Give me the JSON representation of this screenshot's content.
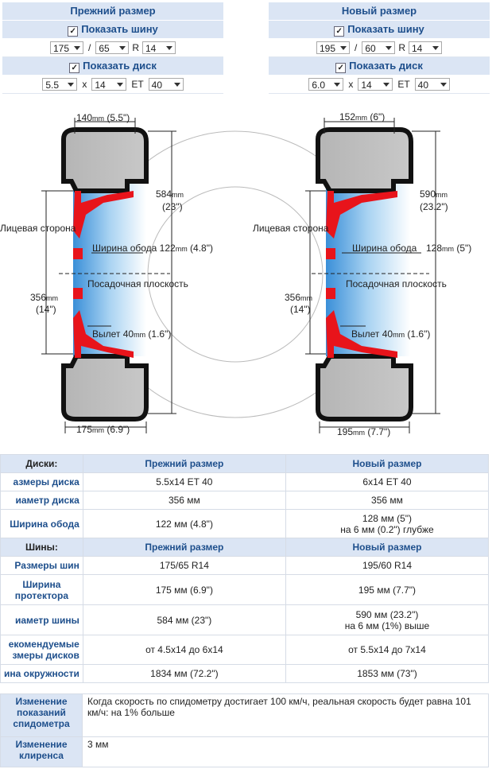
{
  "old": {
    "title": "Прежний размер",
    "show_tire": "Показать шину",
    "tire_width": "175",
    "tire_ratio": "65",
    "r_label": "R",
    "tire_rim": "14",
    "show_disc": "Показать диск",
    "disc_width": "5.5",
    "disc_diam": "14",
    "et_label": "ET",
    "et": "40"
  },
  "new": {
    "title": "Новый размер",
    "show_tire": "Показать шину",
    "tire_width": "195",
    "tire_ratio": "60",
    "r_label": "R",
    "tire_rim": "14",
    "show_disc": "Показать диск",
    "disc_width": "6.0",
    "disc_diam": "14",
    "et_label": "ET",
    "et": "40"
  },
  "sep_slash": "/",
  "sep_x": "x",
  "diagram": {
    "left": {
      "width_top": "140",
      "width_top_in": " (5.5\")",
      "height": "584",
      "height_in": "(23\")",
      "face": "Лицевая сторона",
      "rim_width": "Ширина обода 122",
      "rim_width_in": " (4.8\")",
      "mount": "Посадочная плоскость",
      "diam": "356",
      "diam_in": "(14\")",
      "offset": "Вылет 40",
      "offset_in": " (1.6\")",
      "width_bottom": "175",
      "width_bottom_in": " (6.9\")"
    },
    "right": {
      "width_top": "152",
      "width_top_in": " (6\")",
      "height": "590",
      "height_in": "(23.2\")",
      "face": "Лицевая сторона",
      "rim_width": "Ширина обода",
      "rim_width_val": "128",
      "rim_width_in": " (5\")",
      "mount": "Посадочная плоскость",
      "diam": "356",
      "diam_in": "(14\")",
      "offset": "Вылет 40",
      "offset_in": " (1.6\")",
      "width_bottom": "195",
      "width_bottom_in": " (7.7\")"
    },
    "mm": "mm"
  },
  "table": {
    "disc_head": "Диски:",
    "col_old": "Прежний размер",
    "col_new": "Новый размер",
    "disc_rows": [
      {
        "label": "азмеры диска",
        "old": "5.5x14 ET 40",
        "new": "6x14 ET 40"
      },
      {
        "label": "иаметр диска",
        "old": "356 мм",
        "new": "356 мм"
      },
      {
        "label": "Ширина обода",
        "old": "122 мм (4.8\")",
        "new": "128 мм (5\")",
        "new2": "на 6 мм (0.2\") глубже"
      }
    ],
    "tire_head": "Шины:",
    "tire_rows": [
      {
        "label": "Размеры шин",
        "old": "175/65 R14",
        "new": "195/60 R14"
      },
      {
        "label": "Ширина",
        "label2": "протектора",
        "old": "175 мм (6.9\")",
        "new": "195 мм (7.7\")"
      },
      {
        "label": "иаметр шины",
        "old": "584 мм (23\")",
        "new": "590 мм (23.2\")",
        "new2": "на 6 мм (1%) выше"
      },
      {
        "label": "екомендуемые",
        "label2": "змеры дисков",
        "old": "от 4.5x14 до 6x14",
        "new": "от 5.5x14 до 7x14"
      },
      {
        "label": "ина окружности",
        "old": "1834 мм (72.2\")",
        "new": "1853 мм (73\")"
      }
    ]
  },
  "notes": {
    "speed_k1": "Изменение",
    "speed_k2": "показаний",
    "speed_k3": "спидометра",
    "speed_v": "Когда скорость по спидометру достигает 100 км/ч, реальная скорость будет равна 101 км/ч: на 1% больше",
    "clear_k1": "Изменение",
    "clear_k2": "клиренса",
    "clear_v": "3 мм"
  },
  "colors": {
    "accent": "#1e4f8c",
    "header_bg": "#dbe5f4",
    "disc_red": "#e8141b",
    "tire_gray": "#b5b5b5"
  }
}
